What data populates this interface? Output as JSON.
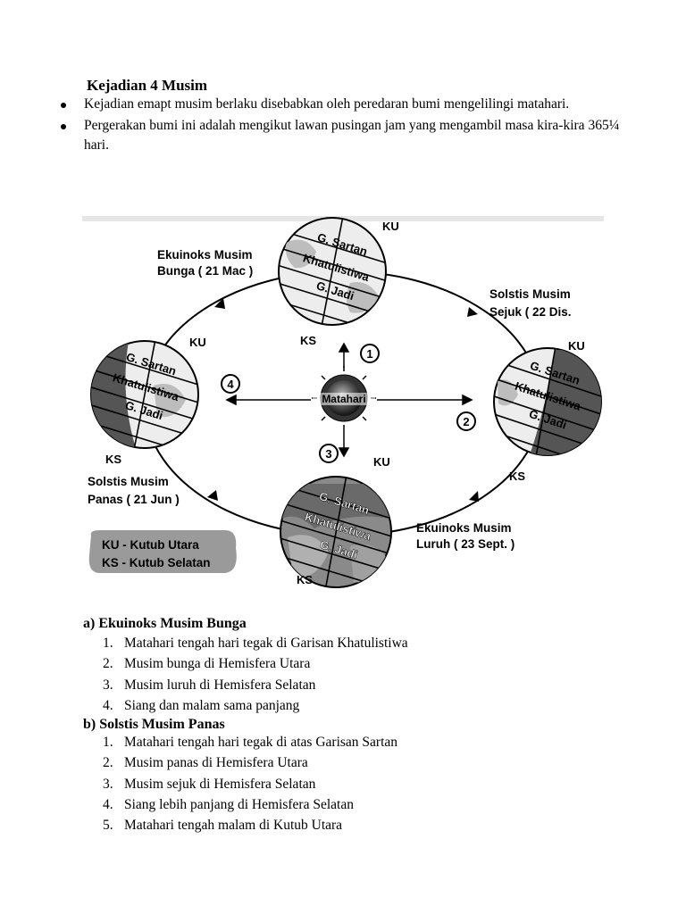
{
  "title": "Kejadian 4 Musim",
  "bullets": [
    "Kejadian emapt musim berlaku disebabkan oleh peredaran bumi mengelilingi matahari.",
    "Pergerakan bumi ini adalah mengikut lawan pusingan jam yang mengambil masa kira-kira  365¼ hari."
  ],
  "diagram": {
    "sun_label": "Matahari",
    "positions": [
      {
        "num": "1",
        "caption1": "",
        "caption2": ""
      },
      {
        "num": "2",
        "caption1": "Solstis Musim",
        "caption2": "Sejuk ( 22 Dis."
      },
      {
        "num": "3",
        "caption1": "Ekuinoks Musim",
        "caption2": "Luruh ( 23 Sept. )"
      },
      {
        "num": "4",
        "caption1": "Solstis Musim",
        "caption2": "Panas ( 21 Jun )"
      }
    ],
    "top_caption1": "Ekuinoks Musim",
    "top_caption2": "Bunga ( 21 Mac )",
    "north": "KU",
    "south": "KS",
    "line_sartan": "G. Sartan",
    "line_khat": "Khatulistiwa",
    "line_jadi": "G. Jadi",
    "legend1": "KU - Kutub Utara",
    "legend2": "KS - Kutub Selatan"
  },
  "section_a": {
    "heading": "a)  Ekuinoks Musim Bunga",
    "items": [
      "Matahari tengah hari tegak di Garisan Khatulistiwa",
      "Musim bunga di Hemisfera Utara",
      "Musim luruh di Hemisfera Selatan",
      "Siang dan malam sama panjang"
    ]
  },
  "section_b": {
    "heading": "b) Solstis Musim Panas",
    "items": [
      "Matahari tengah hari tegak di atas Garisan Sartan",
      "Musim panas di Hemisfera Utara",
      "Musim sejuk di Hemisfera Selatan",
      "Siang lebih panjang di Hemisfera Selatan",
      "Matahari tengah malam di Kutub Utara"
    ]
  }
}
